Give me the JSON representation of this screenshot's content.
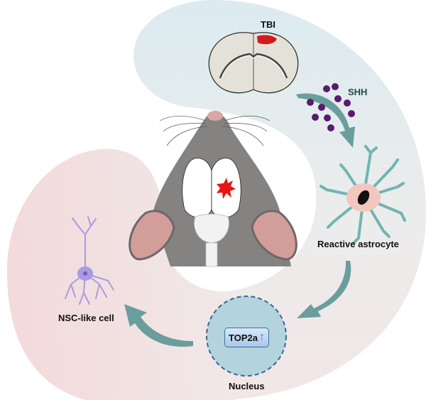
{
  "labels": {
    "tbi": "TBI",
    "shh": "SHH",
    "reactive_astrocyte": "Reactive astrocyte",
    "nucleus": "Nucleus",
    "top2a": "TOP2a",
    "top2a_arrow": "↑",
    "nsc_like_cell": "NSC-like cell"
  },
  "colors": {
    "blue_band": "#dfecf0",
    "pink_band": "#f5dcdc",
    "arrow_teal": "#6a9e9c",
    "shh_dots": "#5b1a70",
    "lesion_red": "#d42020",
    "nucleus_fill": "#b3d3dd",
    "nucleus_border": "#3a6790",
    "neuron_purple": "#a99be0",
    "astro_teal": "#6fb6b0"
  },
  "flow": [
    "TBI",
    "SHH",
    "Reactive astrocyte",
    "Nucleus",
    "NSC-like cell"
  ]
}
